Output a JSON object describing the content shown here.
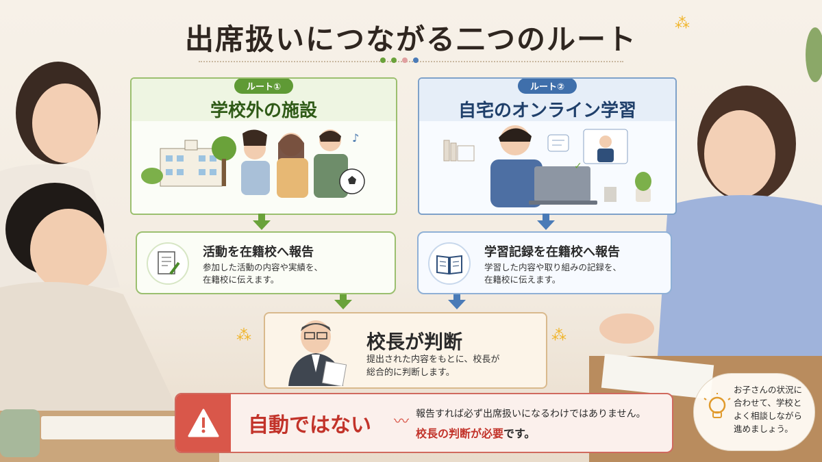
{
  "title": "出席扱いにつながる二つのルート",
  "route1": {
    "badge": "ルート①",
    "title": "学校外の施設",
    "report_title": "活動を在籍校へ報告",
    "report_desc_1": "参加した活動の内容や実績を、",
    "report_desc_2": "在籍校に伝えます。"
  },
  "route2": {
    "badge": "ルート②",
    "title": "自宅のオンライン学習",
    "report_title": "学習記録を在籍校へ報告",
    "report_desc_1": "学習した内容や取り組みの記録を、",
    "report_desc_2": "在籍校に伝えます。"
  },
  "principal": {
    "title": "校長が判断",
    "desc_1": "提出された内容をもとに、校長が",
    "desc_2": "総合的に判断します。"
  },
  "warning": {
    "title": "自動ではない",
    "line1": "報告すれば必ず出席扱いになるわけではありません。",
    "line2_highlight": "校長の判断が必要",
    "line2_rest": "です。"
  },
  "advice": {
    "line1": "お子さんの状況に",
    "line2": "合わせて、学校と",
    "line3": "よく相談しながら",
    "line4": "進めましょう。"
  },
  "colors": {
    "route1_accent": "#5f9a35",
    "route2_accent": "#3f6fab",
    "warning_red": "#c2332a",
    "principal_border": "#d9b98c"
  }
}
